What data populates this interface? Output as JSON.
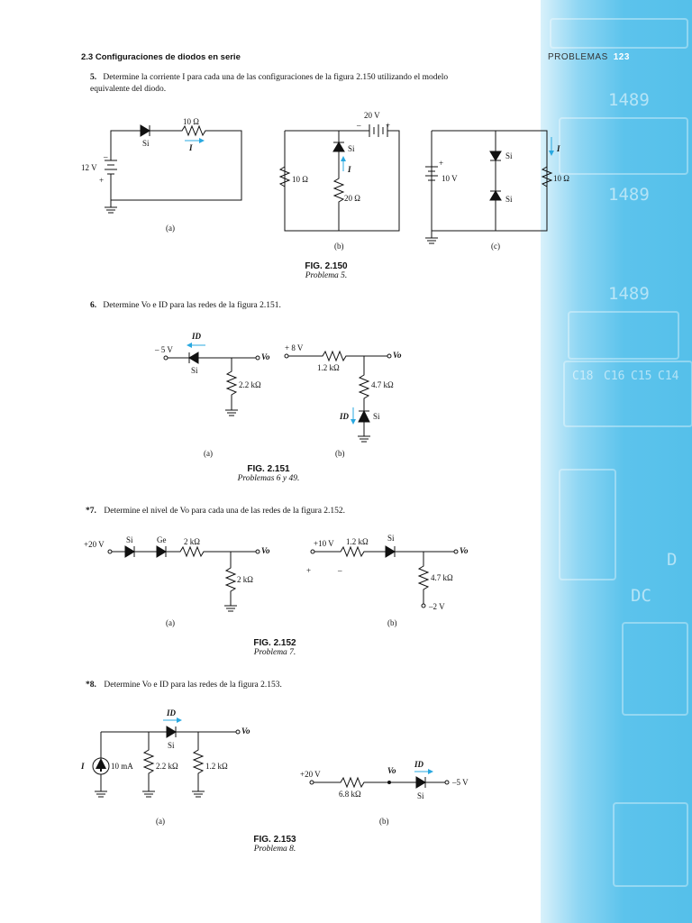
{
  "header": {
    "section": "2.3   Configuraciones de diodos en serie",
    "right_label": "PROBLEMAS",
    "page_number": "123"
  },
  "problems": {
    "p5": {
      "num": "5.",
      "text": "Determine la corriente I para cada una de las configuraciones de la figura 2.150 utilizando el modelo equivalente del diodo."
    },
    "p6": {
      "num": "6.",
      "text": "Determine Vo e ID para las redes de la figura 2.151."
    },
    "p7": {
      "num": "*7.",
      "text": "Determine el nivel de Vo para cada una de las redes de la figura 2.152."
    },
    "p8": {
      "num": "*8.",
      "text": "Determine Vo e ID para las redes de la figura 2.153."
    }
  },
  "figures": {
    "f150": {
      "title": "FIG. 2.150",
      "caption": "Problema 5."
    },
    "f151": {
      "title": "FIG. 2.151",
      "caption": "Problemas 6 y 49."
    },
    "f152": {
      "title": "FIG. 2.152",
      "caption": "Problema 7."
    },
    "f153": {
      "title": "FIG. 2.153",
      "caption": "Problema 8."
    }
  },
  "labels": {
    "a": "(a)",
    "b": "(b)",
    "c": "(c)",
    "si": "Si",
    "ge": "Ge",
    "i": "I",
    "id": "ID",
    "vo": "Vo",
    "f150a_r": "10 Ω",
    "f150a_v": "12 V",
    "f150b_v": "20 V",
    "f150b_r1": "10 Ω",
    "f150b_r2": "20 Ω",
    "f150c_v": "10 V",
    "f150c_r": "10 Ω",
    "f151a_v": "– 5 V",
    "f151a_r": "2.2 kΩ",
    "f151b_v": "+ 8 V",
    "f151b_r1": "1.2 kΩ",
    "f151b_r2": "4.7 kΩ",
    "f152a_v": "+20 V",
    "f152a_r1": "2 kΩ",
    "f152a_r2": "2 kΩ",
    "f152b_v": "+10 V",
    "f152b_r1": "1.2 kΩ",
    "f152b_r2": "4.7 kΩ",
    "f152b_v2": "–2 V",
    "plus": "+",
    "minus": "–",
    "f153a_i": "10 mA",
    "f153a_r1": "2.2 kΩ",
    "f153a_r2": "1.2 kΩ",
    "f153b_v": "+20 V",
    "f153b_r": "6.8 kΩ",
    "f153b_v2": "–5 V"
  },
  "band_text": [
    "1489",
    "1489",
    "1489",
    "C18",
    "C16",
    "C15",
    "C14",
    "DC",
    "D"
  ],
  "colors": {
    "accent_blue": "#29a8e0",
    "band": "#5cc3ec"
  }
}
